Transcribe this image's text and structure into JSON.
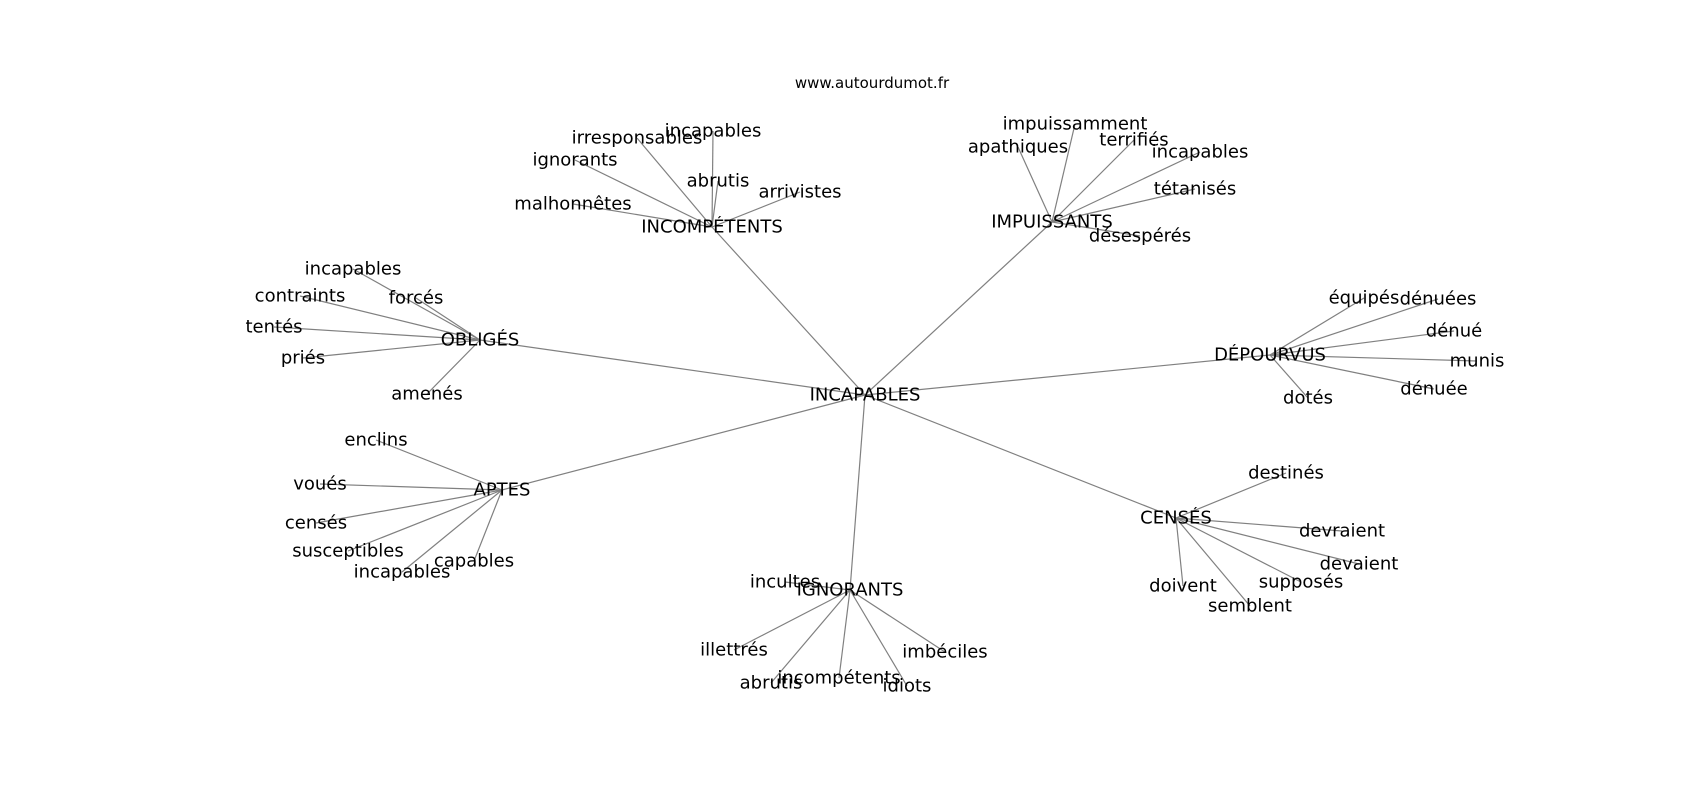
{
  "source_label": "www.autourdumot.fr",
  "root": "INCAPABLES",
  "groups": [
    {
      "id": "incompetents",
      "label": "INCOMPÉTENTS",
      "leaves": [
        "malhonnêtes",
        "ignorants",
        "irresponsables",
        "incapables",
        "abrutis",
        "arrivistes"
      ]
    },
    {
      "id": "impuissants",
      "label": "IMPUISSANTS",
      "leaves": [
        "apathiques",
        "impuissamment",
        "terrifiés",
        "incapables",
        "tétanisés",
        "désespérés"
      ]
    },
    {
      "id": "obliges",
      "label": "OBLIGÉS",
      "leaves": [
        "incapables",
        "forcés",
        "contraints",
        "tentés",
        "priés",
        "amenés"
      ]
    },
    {
      "id": "depourvus",
      "label": "DÉPOURVUS",
      "leaves": [
        "équipés",
        "dénuées",
        "dénué",
        "munis",
        "dénuée",
        "dotés"
      ]
    },
    {
      "id": "aptes",
      "label": "APTES",
      "leaves": [
        "enclins",
        "voués",
        "censés",
        "susceptibles",
        "incapables",
        "capables"
      ]
    },
    {
      "id": "censes",
      "label": "CENSÉS",
      "leaves": [
        "destinés",
        "devraient",
        "devaient",
        "supposés",
        "semblent",
        "doivent"
      ]
    },
    {
      "id": "ignorants",
      "label": "IGNORANTS",
      "leaves": [
        "incultes",
        "illettrés",
        "abrutis",
        "incompétents",
        "idiots",
        "imbéciles"
      ]
    }
  ]
}
